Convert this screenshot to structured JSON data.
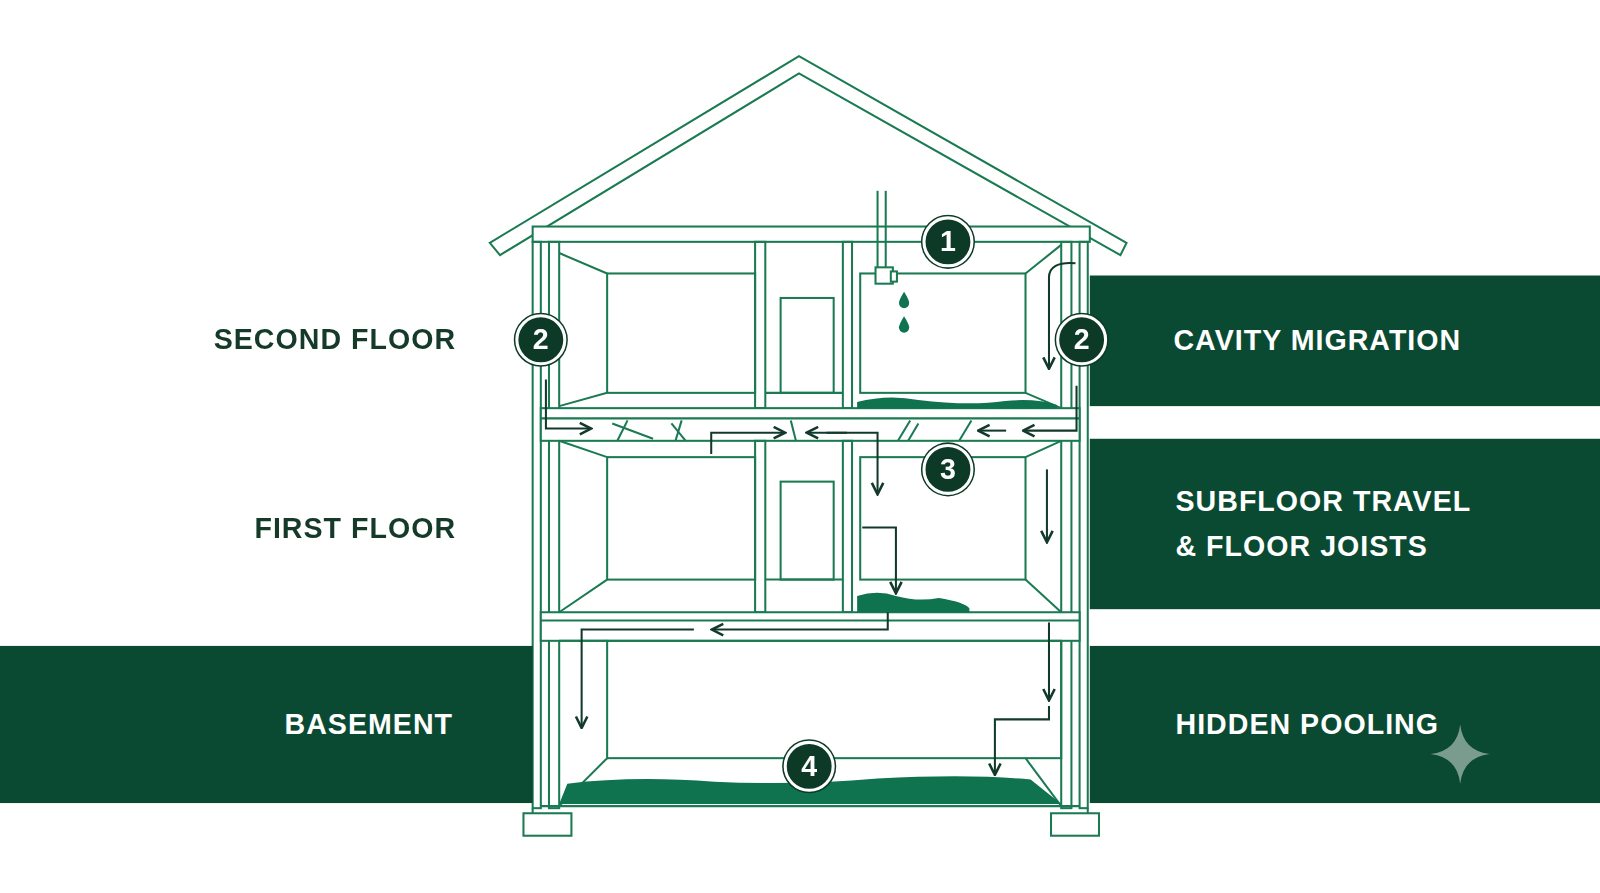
{
  "diagram": {
    "nodes": [
      {
        "text": [
          "CAVITY MIGRATION"
        ]
      },
      {
        "text": [
          "SUBFLOOR TRAVEL & FLOOR JOISTS"
        ]
      },
      {
        "text": [
          "BASEMENT"
        ]
      },
      {
        "text": [
          "HIDDEN POOLING"
        ]
      }
    ],
    "labels": [
      "1",
      "SECOND FLOOR",
      "2",
      "2",
      "3",
      "FIRST FLOOR",
      "4"
    ]
  }
}
